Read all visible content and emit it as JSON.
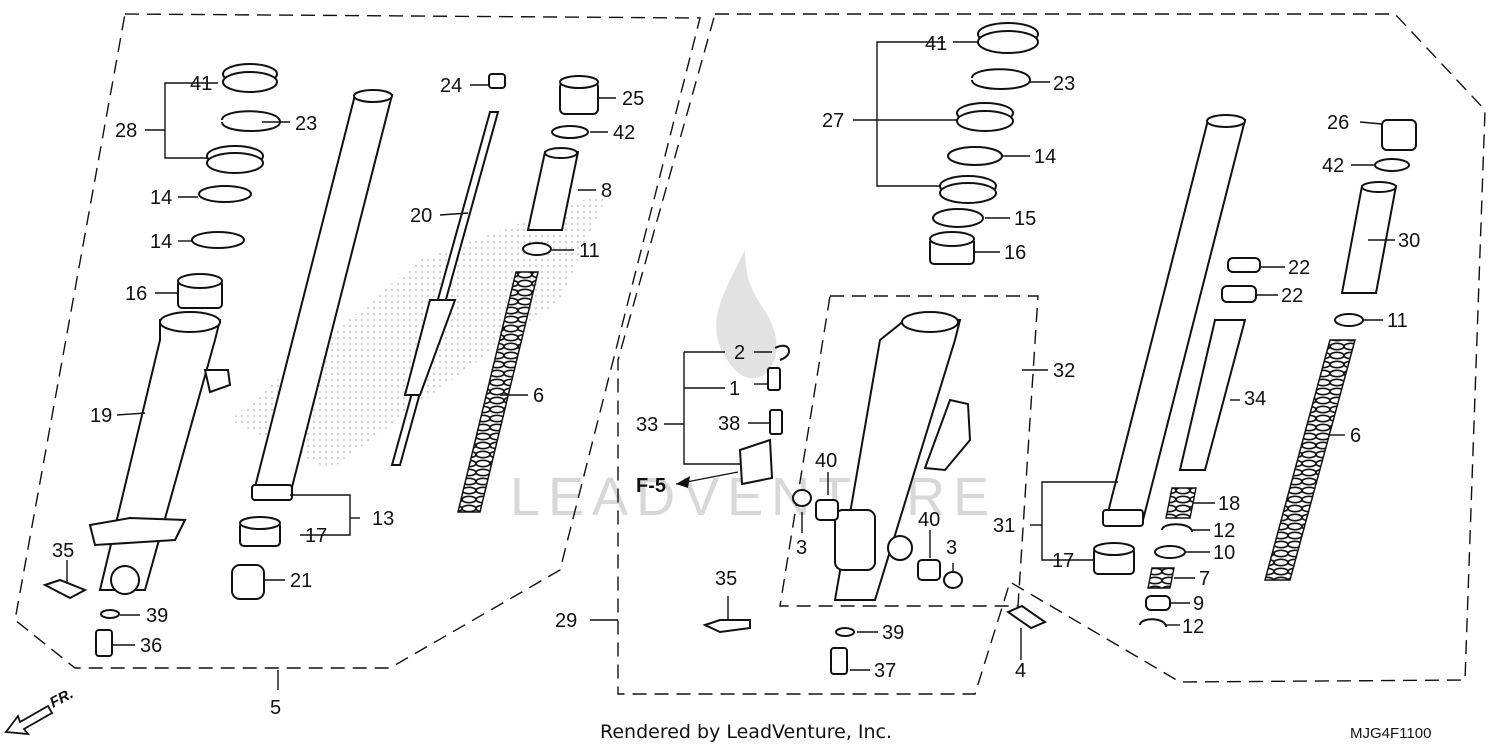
{
  "footer": {
    "rendered_by": "Rendered by LeadVenture, Inc.",
    "diagram_code": "MJG4F1100"
  },
  "watermark": {
    "text": "LEADVENTURE"
  },
  "orientation": {
    "label": "FR."
  },
  "reference": {
    "label": "F-5"
  },
  "callouts_left": {
    "c41": "41",
    "c28": "28",
    "c23": "23",
    "c14a": "14",
    "c14b": "14",
    "c16": "16",
    "c19": "19",
    "c35": "35",
    "c39": "39",
    "c36": "36",
    "c5": "5",
    "c13": "13",
    "c17": "17",
    "c21": "21",
    "c24": "24",
    "c20": "20",
    "c25": "25",
    "c42": "42",
    "c8": "8",
    "c11": "11",
    "c6": "6"
  },
  "callouts_right": {
    "c41": "41",
    "c23": "23",
    "c27": "27",
    "c14": "14",
    "c15": "15",
    "c16": "16",
    "c2": "2",
    "c1": "1",
    "c33": "33",
    "c38": "38",
    "c40a": "40",
    "c3a": "3",
    "c32": "32",
    "c40b": "40",
    "c3b": "3",
    "c35": "35",
    "c29": "29",
    "c39": "39",
    "c37": "37",
    "c4": "4",
    "c26": "26",
    "c42": "42",
    "c30": "30",
    "c22a": "22",
    "c22b": "22",
    "c11": "11",
    "c34": "34",
    "c6": "6",
    "c18": "18",
    "c12a": "12",
    "c31": "31",
    "c17": "17",
    "c10": "10",
    "c7": "7",
    "c9": "9",
    "c12b": "12"
  }
}
